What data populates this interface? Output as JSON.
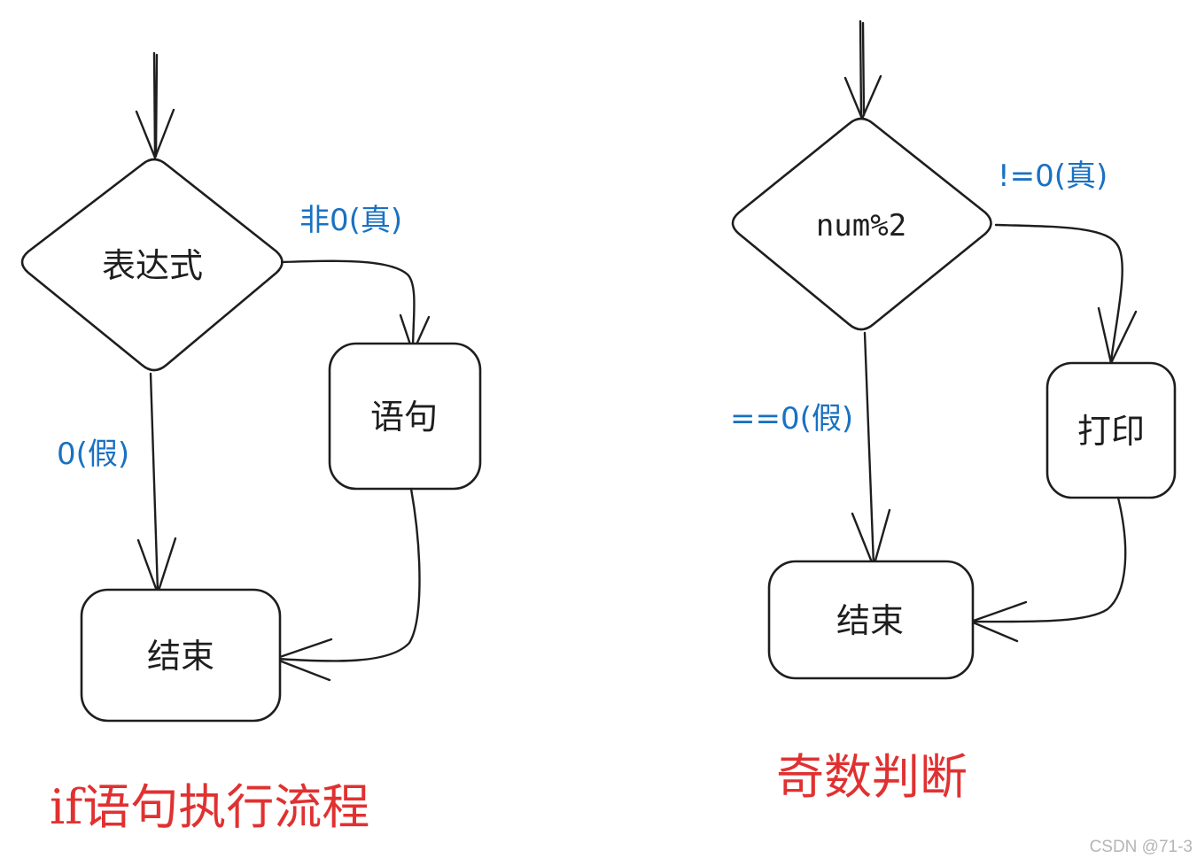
{
  "left_flow": {
    "decision": "表达式",
    "true_label": "非0(真)",
    "statement": "语句",
    "false_label": "0(假)",
    "end": "结束",
    "caption": "if语句执行流程"
  },
  "right_flow": {
    "decision": "num%2",
    "true_label": "!=0(真)",
    "statement": "打印",
    "false_label": "==0(假)",
    "end": "结束",
    "caption": "奇数判断"
  },
  "watermark": "CSDN @71-3",
  "colors": {
    "stroke": "#1e1e1e",
    "edge_label": "#1971c2",
    "caption": "#e03131",
    "watermark": "#b5b5b5"
  }
}
